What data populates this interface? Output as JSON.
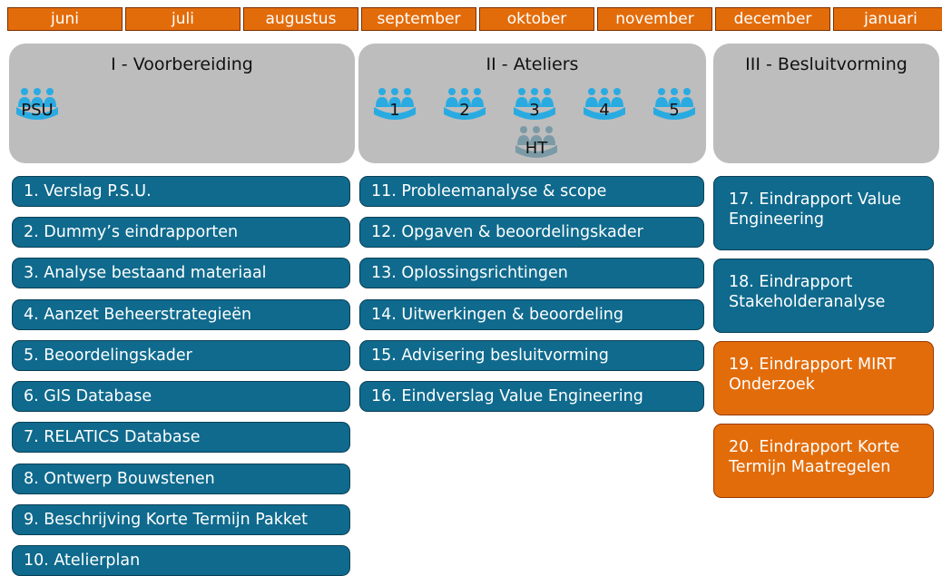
{
  "months": [
    "juni",
    "juli",
    "augustus",
    "september",
    "oktober",
    "november",
    "december",
    "januari"
  ],
  "phases": {
    "phase1": {
      "title": "I - Voorbereiding",
      "group_label": "PSU"
    },
    "phase2": {
      "title": "II - Ateliers",
      "ateliers": [
        "1",
        "2",
        "3",
        "4",
        "5"
      ],
      "ht_label": "HT"
    },
    "phase3": {
      "title": "III - Besluitvorming"
    }
  },
  "tasks_col1": [
    "1. Verslag P.S.U.",
    "2. Dummy’s eindrapporten",
    "3. Analyse bestaand materiaal",
    "4. Aanzet Beheerstrategieën",
    "5. Beoordelingskader",
    "6. GIS Database",
    "7. RELATICS Database",
    "8. Ontwerp Bouwstenen",
    "9. Beschrijving Korte Termijn Pakket",
    "10. Atelierplan"
  ],
  "tasks_col2": [
    "11. Probleemanalyse & scope",
    "12. Opgaven & beoordelingskader",
    "13. Oplossingsrichtingen",
    "14. Uitwerkingen & beoordeling",
    "15. Advisering besluitvorming",
    "16. Eindverslag Value Engineering"
  ],
  "tasks_col3": [
    "17. Eindrapport Value Engineering",
    "18. Eindrapport Stakeholderanalyse",
    "19. Eindrapport MIRT Onderzoek",
    "20. Eindrapport Korte Termijn Maatregelen"
  ],
  "colors": {
    "orange": "#e36c0a",
    "teal": "#0f6a8d",
    "grey_panel": "#bdbdbd",
    "people_blue": "#29abe2",
    "people_grey": "#7b9aa6"
  },
  "icons": {
    "group": "people-group-icon"
  }
}
